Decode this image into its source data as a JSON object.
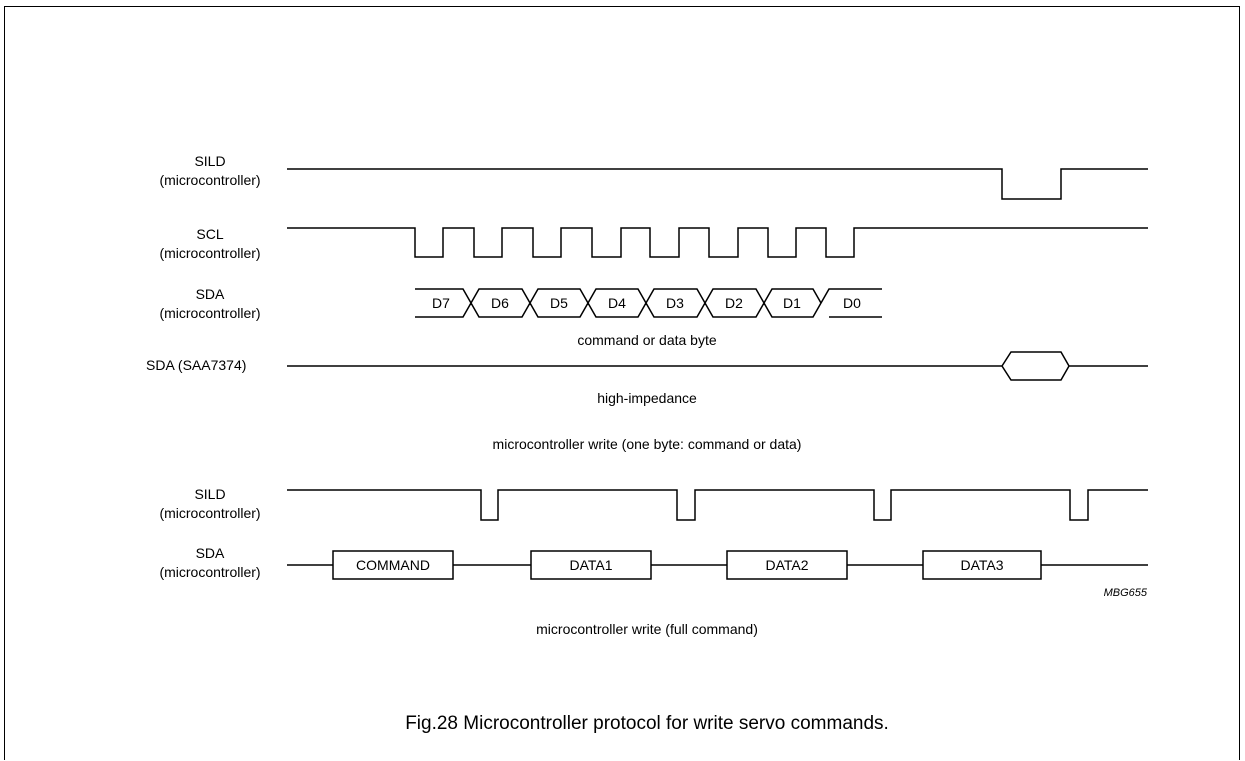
{
  "signals_top": {
    "sild": {
      "name": "SILD",
      "sub": "(microcontroller)"
    },
    "scl": {
      "name": "SCL",
      "sub": "(microcontroller)"
    },
    "sda": {
      "name": "SDA",
      "sub": "(microcontroller)"
    },
    "sda_saa": {
      "name": "SDA  (SAA7374)"
    }
  },
  "bits": [
    "D7",
    "D6",
    "D5",
    "D4",
    "D3",
    "D2",
    "D1",
    "D0"
  ],
  "labels": {
    "byte": "command or data byte",
    "high_z": "high-impedance",
    "write_one": "microcontroller write (one byte: command or data)",
    "write_full": "microcontroller write (full command)"
  },
  "signals_bottom": {
    "sild": {
      "name": "SILD",
      "sub": "(microcontroller)"
    },
    "sda": {
      "name": "SDA",
      "sub": "(microcontroller)"
    }
  },
  "frames": [
    "COMMAND",
    "DATA1",
    "DATA2",
    "DATA3"
  ],
  "code": "MBG655",
  "caption": "Fig.28  Microcontroller protocol for write servo commands."
}
